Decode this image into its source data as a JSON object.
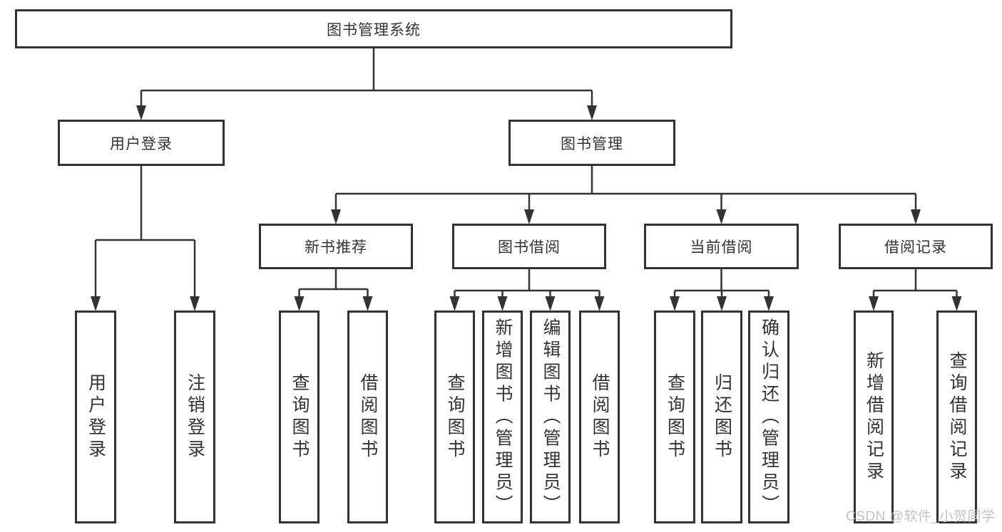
{
  "diagram": {
    "title": "图书管理系统",
    "nodes": [
      {
        "id": "root",
        "label": "图书管理系统",
        "parent": null
      },
      {
        "id": "login",
        "label": "用户登录",
        "parent": "root"
      },
      {
        "id": "manage",
        "label": "图书管理",
        "parent": "root"
      },
      {
        "id": "login-do",
        "label": "用户登录",
        "parent": "login"
      },
      {
        "id": "logout",
        "label": "注销登录",
        "parent": "login"
      },
      {
        "id": "newrec",
        "label": "新书推荐",
        "parent": "manage"
      },
      {
        "id": "borrow",
        "label": "图书借阅",
        "parent": "manage"
      },
      {
        "id": "current",
        "label": "当前借阅",
        "parent": "manage"
      },
      {
        "id": "record",
        "label": "借阅记录",
        "parent": "manage"
      },
      {
        "id": "n-query",
        "label": "查询图书",
        "parent": "newrec"
      },
      {
        "id": "n-borrow",
        "label": "借阅图书",
        "parent": "newrec"
      },
      {
        "id": "b-query",
        "label": "查询图书",
        "parent": "borrow"
      },
      {
        "id": "b-add",
        "label": "新增图书（管理员）",
        "parent": "borrow"
      },
      {
        "id": "b-edit",
        "label": "编辑图书（管理员）",
        "parent": "borrow"
      },
      {
        "id": "b-borrow",
        "label": "借阅图书",
        "parent": "borrow"
      },
      {
        "id": "c-query",
        "label": "查询图书",
        "parent": "current"
      },
      {
        "id": "c-return",
        "label": "归还图书",
        "parent": "current"
      },
      {
        "id": "c-confirm",
        "label": "确认归还（管理员）",
        "parent": "current"
      },
      {
        "id": "r-add",
        "label": "新增借阅记录",
        "parent": "record"
      },
      {
        "id": "r-query",
        "label": "查询借阅记录",
        "parent": "record"
      }
    ],
    "colors": {
      "line": "#333333",
      "box_border": "#333333",
      "box_background": "#ffffff",
      "text": "#333333"
    }
  },
  "watermark": {
    "text": "CSDN @软件_小贺同学",
    "color": "#c4c4c4"
  }
}
